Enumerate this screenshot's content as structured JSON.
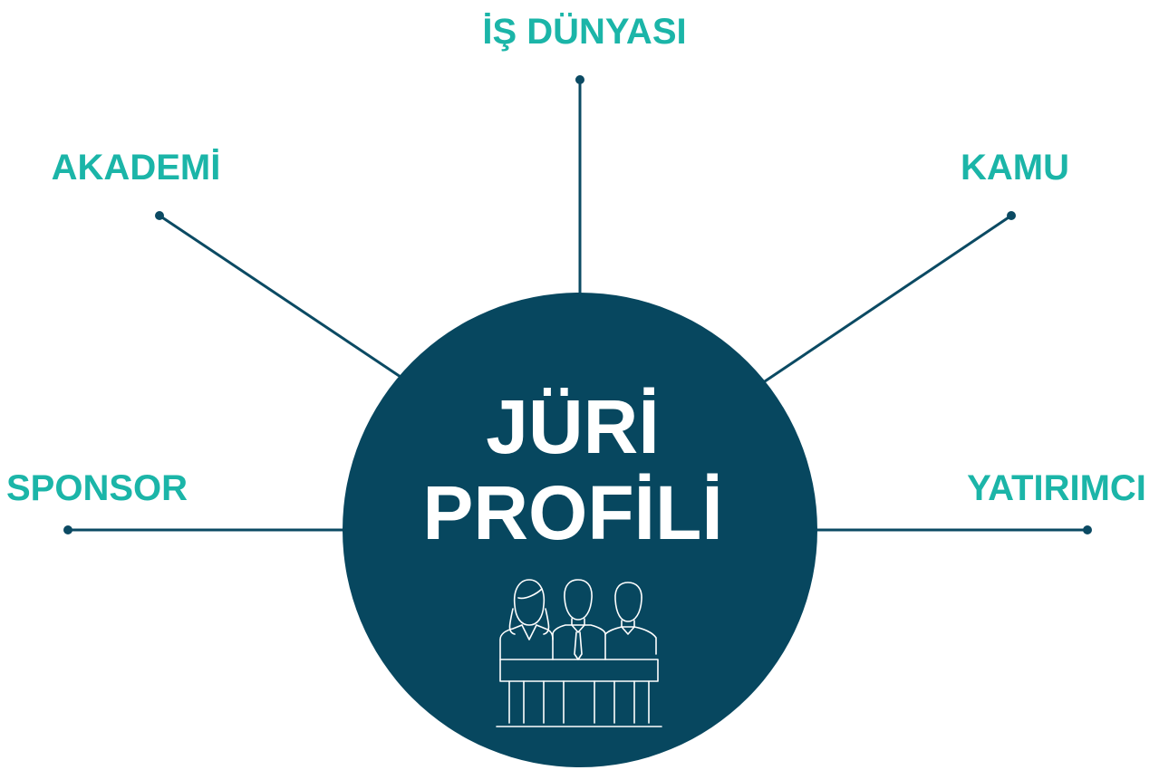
{
  "center": {
    "title_line1": "JÜRİ",
    "title_line2": "PROFİLİ",
    "icon": "jury-panel-icon"
  },
  "nodes": [
    {
      "id": "is-dunyasi",
      "label": "İŞ DÜNYASI"
    },
    {
      "id": "akademi",
      "label": "AKADEMİ"
    },
    {
      "id": "kamu",
      "label": "KAMU"
    },
    {
      "id": "sponsor",
      "label": "SPONSOR"
    },
    {
      "id": "yatirimci",
      "label": "YATIRIMCI"
    }
  ],
  "colors": {
    "circle": "#07475f",
    "lines": "#0b4a63",
    "labels": "#1bb5a8",
    "title": "#ffffff"
  }
}
